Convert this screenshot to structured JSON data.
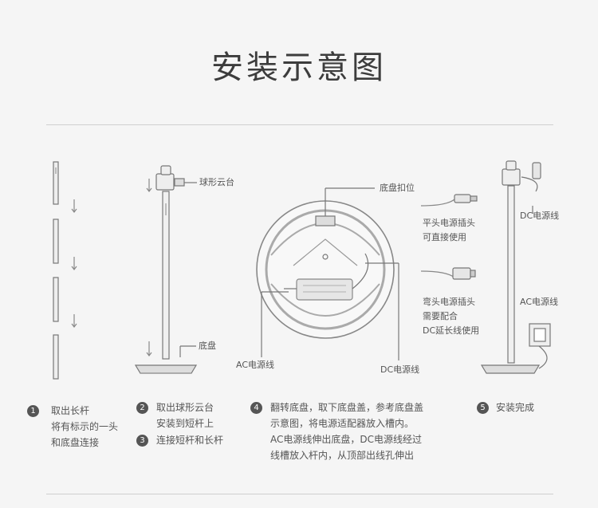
{
  "title": "安装示意图",
  "labels": {
    "ball_head": "球形云台",
    "base": "底盘",
    "base_clip": "底盘扣位",
    "flat_plug": [
      "平头电源插头",
      "可直接使用"
    ],
    "bent_plug": [
      "弯头电源插头",
      "需要配合",
      "DC延长线使用"
    ],
    "ac_cable_mid": "AC电源线",
    "dc_cable_mid": "DC电源线",
    "dc_cable_right": "DC电源线",
    "ac_cable_right": "AC电源线"
  },
  "steps": [
    {
      "num": "1",
      "lines": [
        "取出长杆",
        "将有标示的一头",
        "和底盘连接"
      ]
    },
    {
      "num": "2",
      "lines": [
        "取出球形云台",
        "安装到短杆上"
      ]
    },
    {
      "num": "3",
      "lines": [
        "连接短杆和长杆"
      ]
    },
    {
      "num": "4",
      "lines": [
        "翻转底盘，取下底盘盖，参考底盘盖",
        "示意图，将电源适配器放入槽内。",
        "AC电源线伸出底盘，DC电源线经过",
        "线槽放入杆内，从顶部出线孔伸出"
      ]
    },
    {
      "num": "5",
      "lines": [
        "安装完成"
      ]
    }
  ]
}
